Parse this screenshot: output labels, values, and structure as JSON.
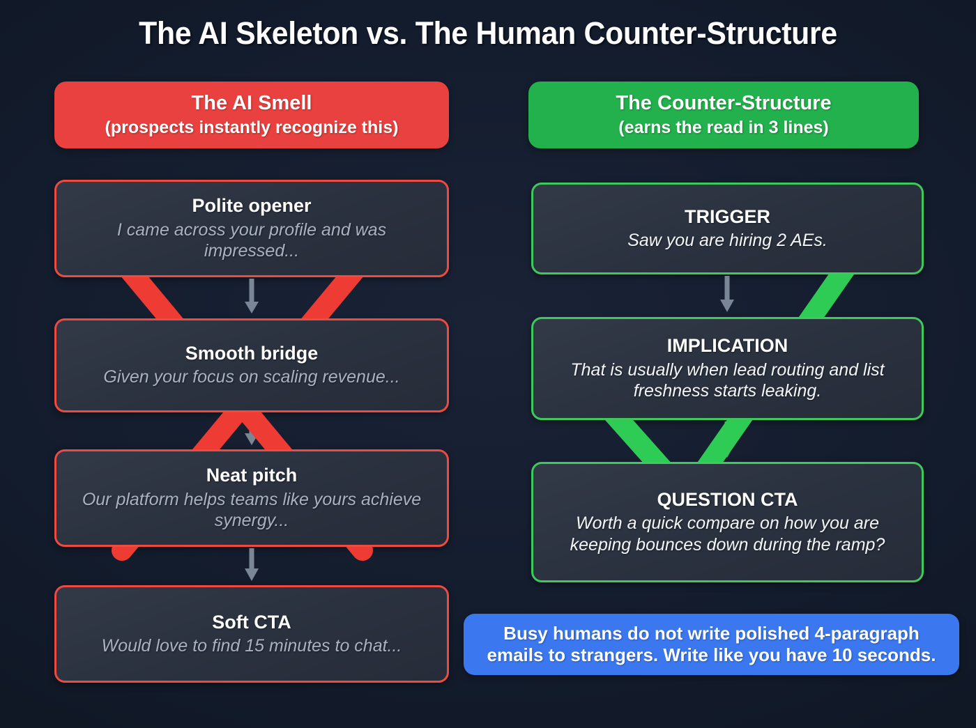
{
  "page": {
    "title": "The AI Skeleton vs. The Human Counter-Structure",
    "background_color": "#141d2e"
  },
  "columns": {
    "left": {
      "banner": {
        "title": "The AI Smell",
        "subtitle": "(prospects instantly recognize this)",
        "color": "#e8413f"
      },
      "overlay_mark": "x-mark",
      "overlay_color": "#ee3b33",
      "steps": [
        {
          "title": "Polite opener",
          "body": "I came across your profile and was impressed..."
        },
        {
          "title": "Smooth bridge",
          "body": "Given your focus on scaling revenue..."
        },
        {
          "title": "Neat pitch",
          "body": "Our platform helps teams like yours achieve synergy..."
        },
        {
          "title": "Soft CTA",
          "body": "Would love to find 15 minutes to chat..."
        }
      ]
    },
    "right": {
      "banner": {
        "title": "The Counter-Structure",
        "subtitle": "(earns the read in 3 lines)",
        "color": "#22b14c"
      },
      "overlay_mark": "check-mark",
      "overlay_color": "#2ecc55",
      "steps": [
        {
          "title": "TRIGGER",
          "body": "Saw you are hiring 2 AEs."
        },
        {
          "title": "IMPLICATION",
          "body": "That is usually when lead routing and list freshness starts leaking."
        },
        {
          "title": "QUESTION CTA",
          "body": "Worth a quick compare on how you are keeping bounces down during the ramp?"
        }
      ]
    }
  },
  "footer": {
    "text": "Busy humans do not write polished 4-paragraph emails to strangers. Write like you have 10 seconds.",
    "color": "#3b78f0"
  },
  "arrow": {
    "icon": "arrow-down-icon",
    "color": "#7a8596"
  }
}
